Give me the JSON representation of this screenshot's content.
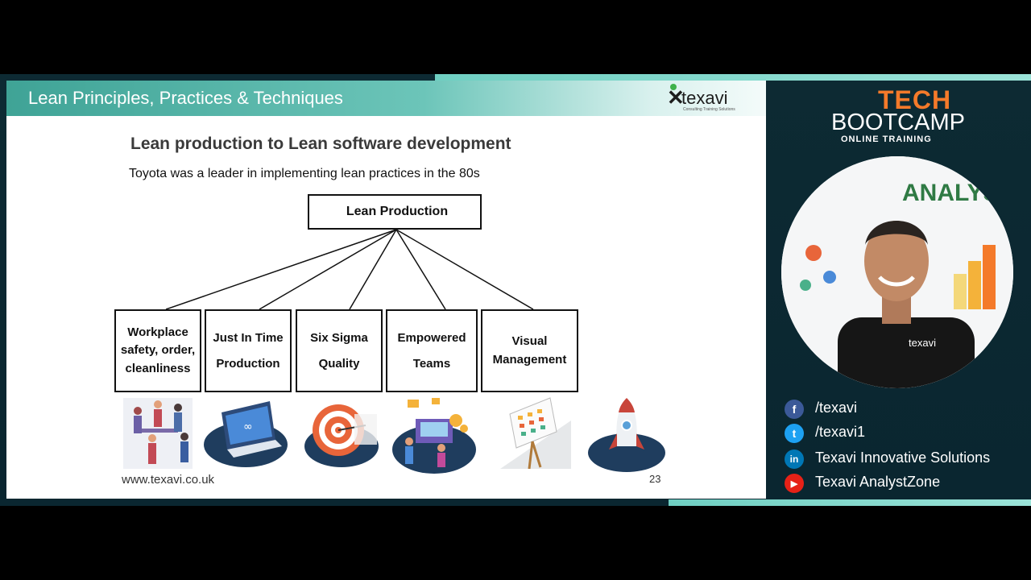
{
  "slide": {
    "title": "Lean Principles, Practices & Techniques",
    "logo_text": "texavi",
    "logo_tagline": "Consulting Training Solutions",
    "subtitle": "Lean production to Lean software development",
    "intro": "Toyota was a leader in implementing lean practices in the 80s",
    "root_label": "Lean Production",
    "children": [
      {
        "label": "Workplace safety, order, cleanliness"
      },
      {
        "label": "Just In Time Production"
      },
      {
        "label": "Six Sigma Quality"
      },
      {
        "label": "Empowered Teams"
      },
      {
        "label": "Visual Management"
      }
    ],
    "footer_url": "www.texavi.co.uk",
    "page_number": "23"
  },
  "sidebar": {
    "brand_tech": "TECH",
    "brand_bootcamp": "BOOTCAMP",
    "brand_online": "ONLINE TRAINING",
    "presenter_shirt_logo": "texavi",
    "wall_sign": "ANALYST ZONE",
    "social": [
      {
        "icon": "facebook-icon",
        "glyph": "f",
        "color": "#3b5998",
        "label": "/texavi"
      },
      {
        "icon": "twitter-icon",
        "glyph": "t",
        "color": "#1da1f2",
        "label": "/texavi1"
      },
      {
        "icon": "linkedin-icon",
        "glyph": "in",
        "color": "#0077b5",
        "label": "Texavi Innovative Solutions"
      },
      {
        "icon": "youtube-icon",
        "glyph": "▶",
        "color": "#e62117",
        "label": "Texavi AnalystZone"
      }
    ]
  },
  "colors": {
    "header_teal": "#3fa396",
    "brand_orange": "#f47a2a",
    "frame_dark": "#0d2a33"
  }
}
